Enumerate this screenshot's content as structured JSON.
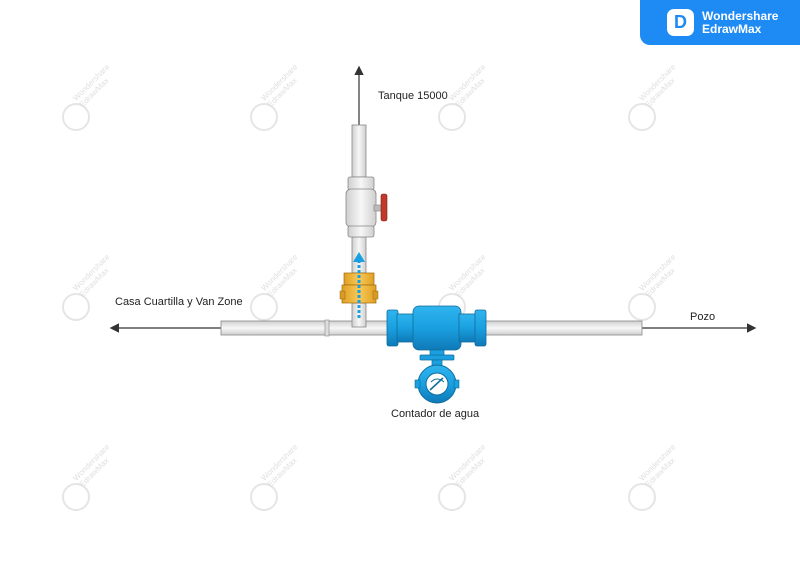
{
  "brand": {
    "name_line1": "Wondershare",
    "name_line2": "EdrawMax",
    "logo_glyph": "D",
    "color": "#1e8bf5"
  },
  "labels": {
    "tank": "Tanque 15000",
    "house": "Casa Cuartilla y Van Zone",
    "well": "Pozo",
    "meter": "Contador de agua"
  },
  "watermark": {
    "line1": "Wondershare",
    "line2": "EdrawMax"
  },
  "colors": {
    "pipe_fill": "#eeeeee",
    "pipe_stroke": "#888888",
    "meter_blue": "#1aa0e0",
    "meter_dark": "#0f79b8",
    "valve_red": "#c0392b",
    "yellow": "#f2b53a",
    "arrow": "#333333"
  }
}
